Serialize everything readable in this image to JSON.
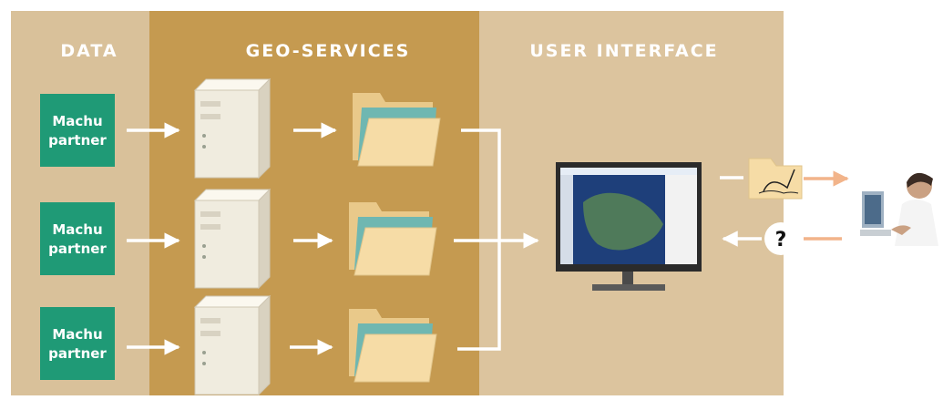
{
  "columns": {
    "data": "DATA",
    "geo_services": "GEO-SERVICES",
    "user_interface": "USER INTERFACE"
  },
  "partners": [
    {
      "line1": "Machu",
      "line2": "partner"
    },
    {
      "line1": "Machu",
      "line2": "partner"
    },
    {
      "line1": "Machu",
      "line2": "partner"
    }
  ],
  "query_symbol": "?",
  "colors": {
    "data_bg": "#d9c19a",
    "geo_bg": "#c59a50",
    "ui_bg": "#dcc49e",
    "header_text": "#ffffff",
    "partner_box": "#1f9a76",
    "arrow": "#ffffff",
    "folder": "#f6dca6",
    "folder_tab": "#6fb7b1",
    "server": "#f0ecdf",
    "return_arrow": "#f2b48a"
  },
  "icons": [
    "server-icon",
    "folder-icon",
    "monitor-icon",
    "map-folder-icon",
    "question-icon",
    "user-at-computer-icon"
  ]
}
